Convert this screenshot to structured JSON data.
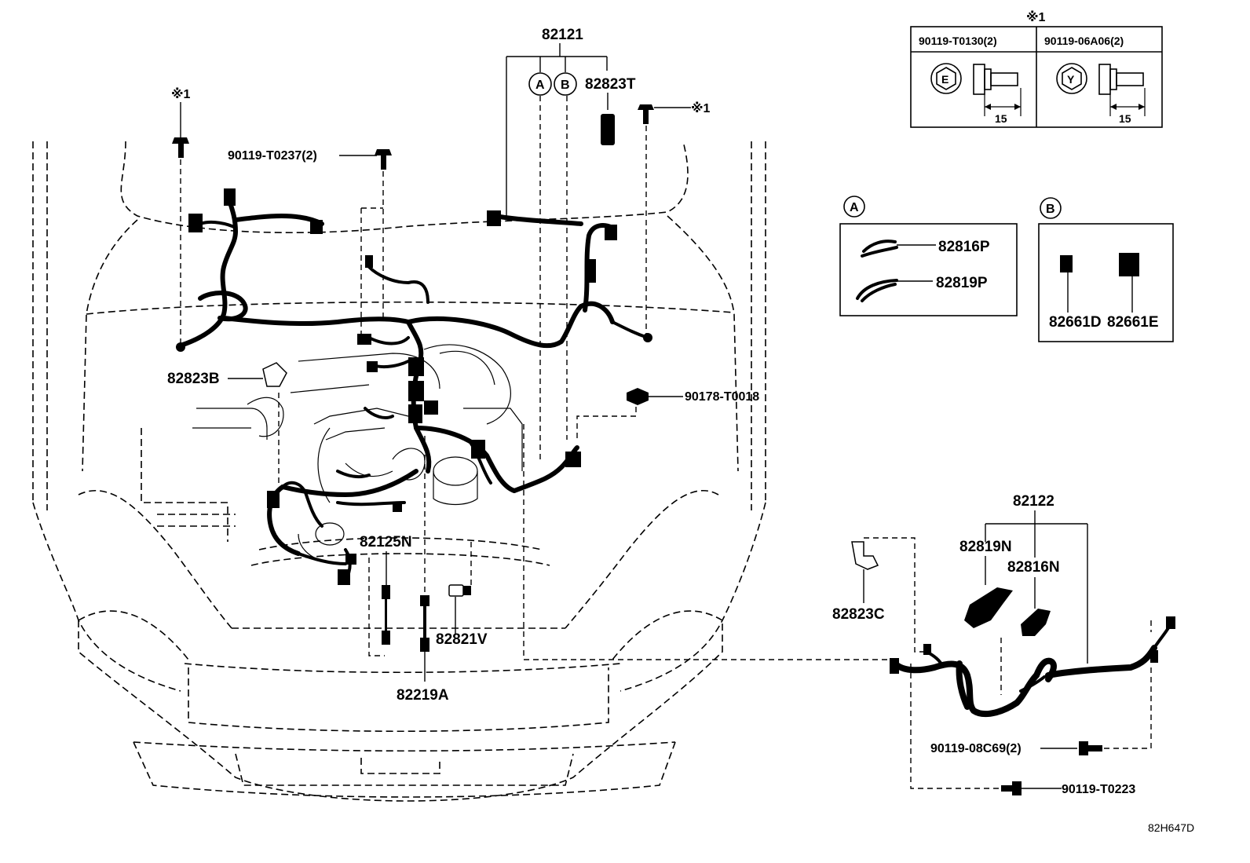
{
  "diagram_code": "82H647D",
  "note_mark": "※1",
  "circle_a": "A",
  "circle_b": "B",
  "callouts": {
    "p82121": "82121",
    "p82823T": "82823T",
    "p90119_T0237": "90119-T0237(2)",
    "p82823B": "82823B",
    "p90178_T0018": "90178-T0018",
    "p82125N": "82125N",
    "p82821V": "82821V",
    "p82219A": "82219A",
    "p82122": "82122",
    "p82819N": "82819N",
    "p82816N": "82816N",
    "p82823C": "82823C",
    "p90119_08C69": "90119-08C69(2)",
    "p90119_T0223": "90119-T0223"
  },
  "bolt_table": {
    "columns": [
      {
        "header": "90119-T0130(2)",
        "head_letter": "E",
        "dimension": "15"
      },
      {
        "header": "90119-06A06(2)",
        "head_letter": "Y",
        "dimension": "15"
      }
    ]
  },
  "detail_a": {
    "parts": [
      "82816P",
      "82819P"
    ]
  },
  "detail_b": {
    "parts": [
      "82661D",
      "82661E"
    ]
  }
}
